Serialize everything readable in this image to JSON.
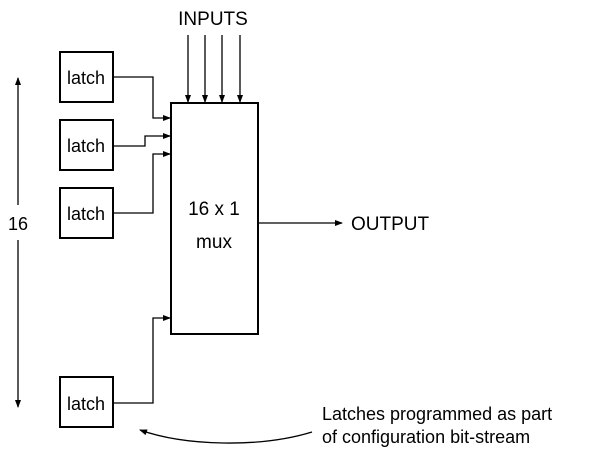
{
  "diagram": {
    "inputs_label": "INPUTS",
    "latches": [
      "latch",
      "latch",
      "latch",
      "latch"
    ],
    "count_label": "16",
    "mux_label_line1": "16 x 1",
    "mux_label_line2": "mux",
    "output_label": "OUTPUT",
    "note_line1": "Latches programmed as part",
    "note_line2": "of configuration bit-stream"
  }
}
